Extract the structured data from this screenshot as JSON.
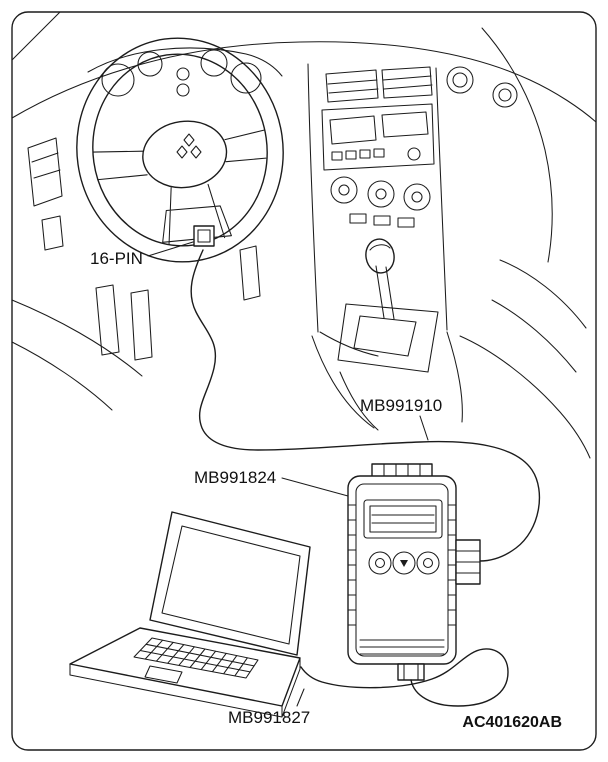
{
  "figure": {
    "labels": {
      "connector": "16-PIN",
      "main_harness_cable": "MB991910",
      "vci": "MB991824",
      "usb_cable": "MB991827"
    },
    "figure_code": "AC401620AB",
    "colors": {
      "line": "#1c1c1c",
      "background": "#ffffff"
    }
  }
}
